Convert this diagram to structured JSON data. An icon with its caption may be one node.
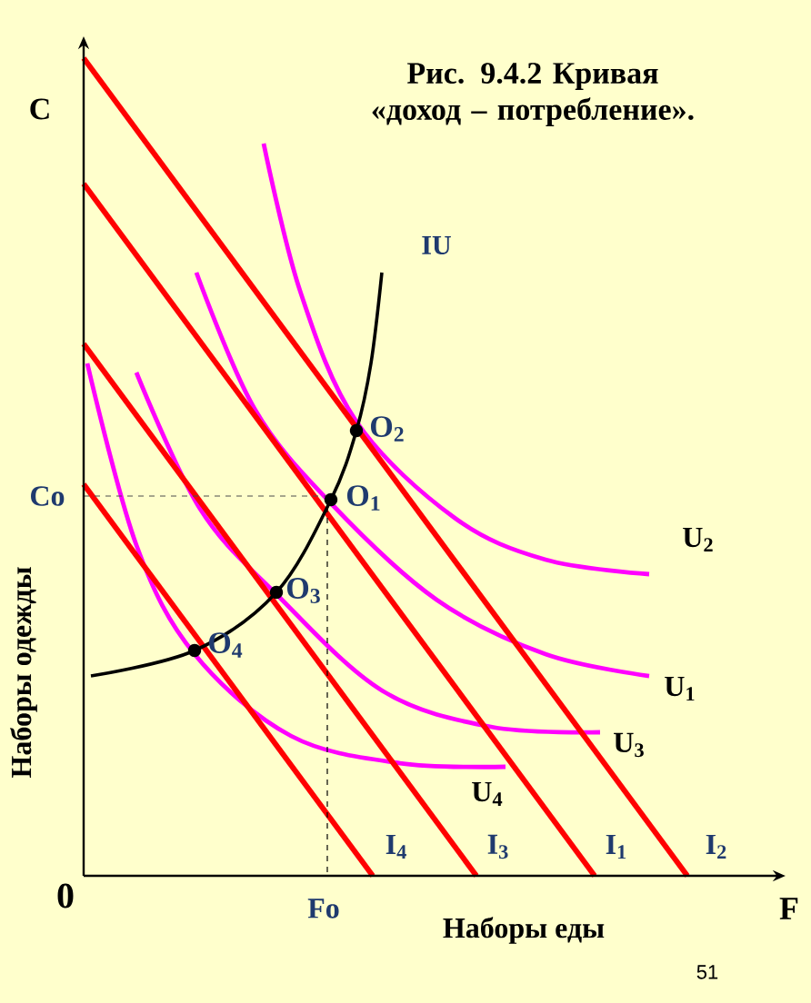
{
  "diagram": {
    "title": "Рис. 9.4.2 Кривая «доход – потребление».",
    "labels": [
      "C",
      "IU",
      "O$_{2}$",
      "Co",
      "O$_{1}$",
      "U$_{2}$",
      "O$_{3}$",
      "Наборы одежды",
      "O$_{4}$",
      "U$_{1}$",
      "U$_{3}$",
      "U$_{4}$",
      "I$_{4}$",
      "I$_{3}$",
      "I$_{1}$",
      "I$_{2}$",
      "0",
      "Fo",
      "F",
      "Наборы еды",
      "51"
    ]
  }
}
